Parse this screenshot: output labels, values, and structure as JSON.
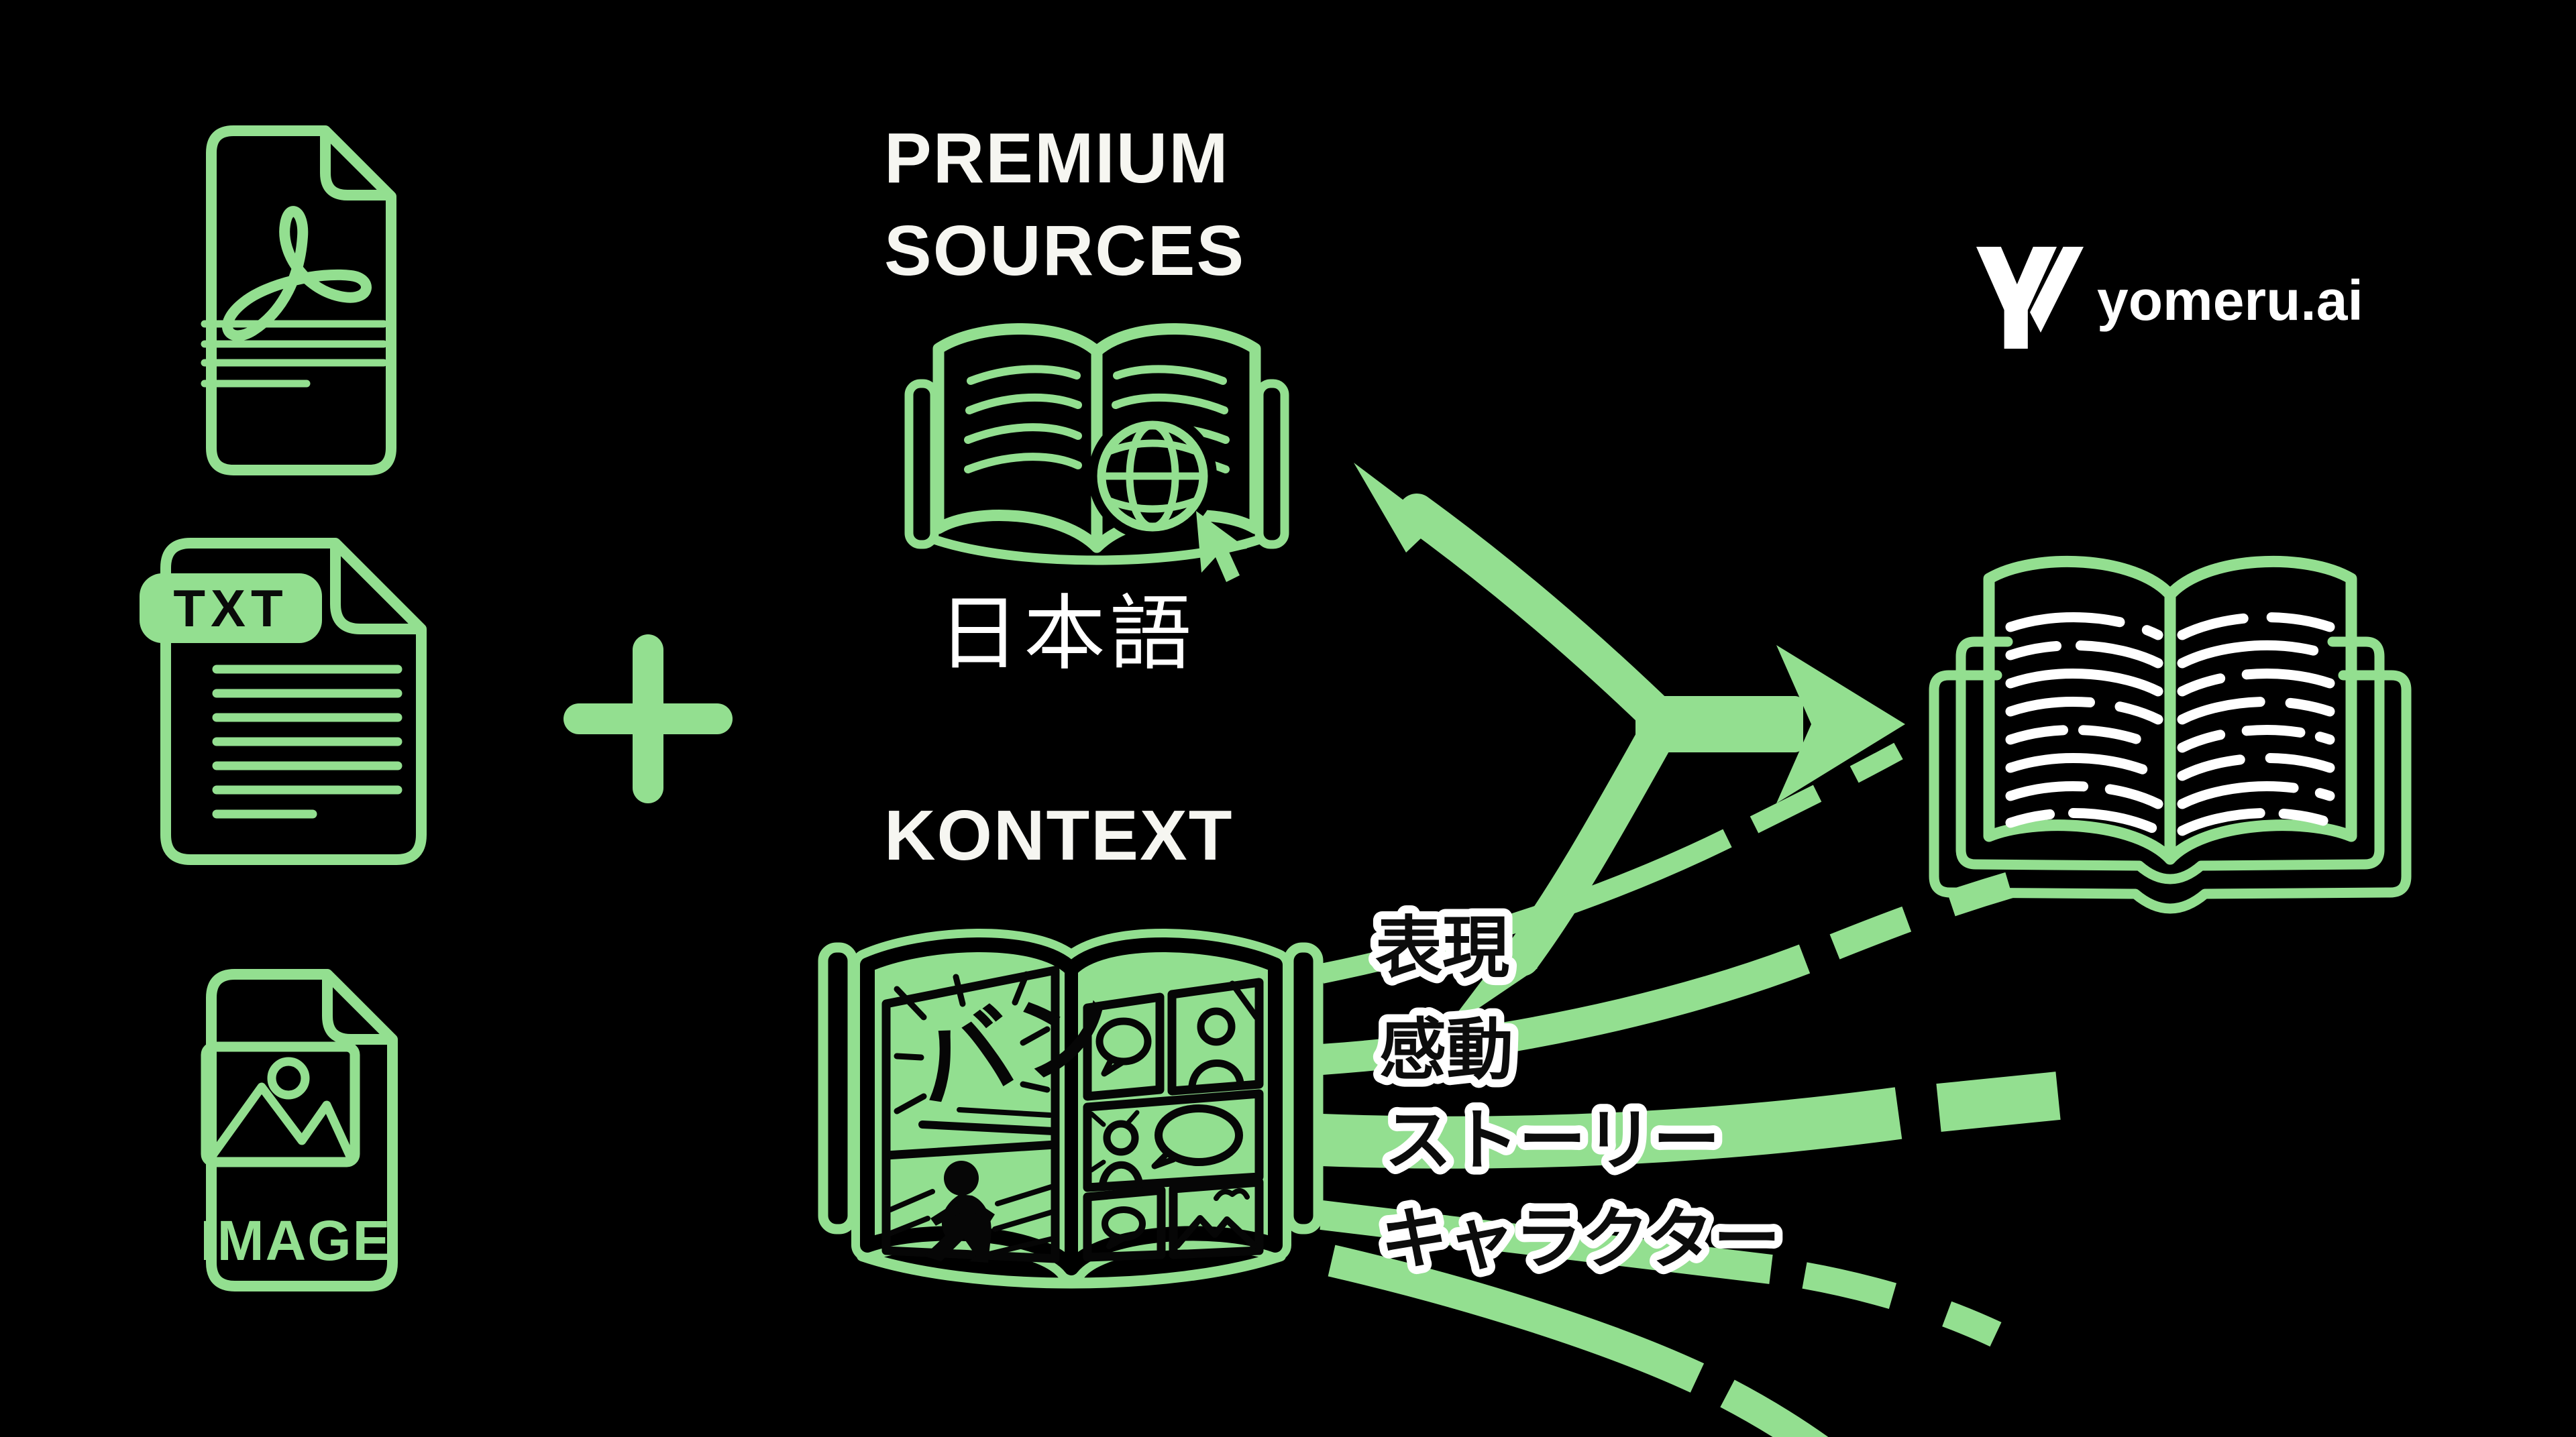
{
  "canvas": {
    "background": "#000000",
    "accent_green": "#93DF90",
    "page_green": "#92DF90",
    "white": "#FFFFFF"
  },
  "brand": {
    "logo_icon": "y-slash-logo",
    "wordmark": "yomeru.ai"
  },
  "inputs": {
    "pdf_icon": "pdf-file",
    "txt_icon": "txt-file",
    "txt_badge_label": "TXT",
    "image_icon": "image-file",
    "image_label": "IMAGE",
    "plus_sign": "+"
  },
  "premium": {
    "heading_line1": "PREMIUM",
    "heading_line2": "SOURCES",
    "icon": "open-book-globe-cursor",
    "language_label": "日本語"
  },
  "kontext": {
    "heading": "KONTEXT",
    "icon": "manga-book",
    "sound_effect": "バン"
  },
  "features": [
    {
      "label": "表現"
    },
    {
      "label": "感動"
    },
    {
      "label": "ストーリー"
    },
    {
      "label": "キャラクター"
    }
  ],
  "output": {
    "icon": "open-book-output"
  }
}
